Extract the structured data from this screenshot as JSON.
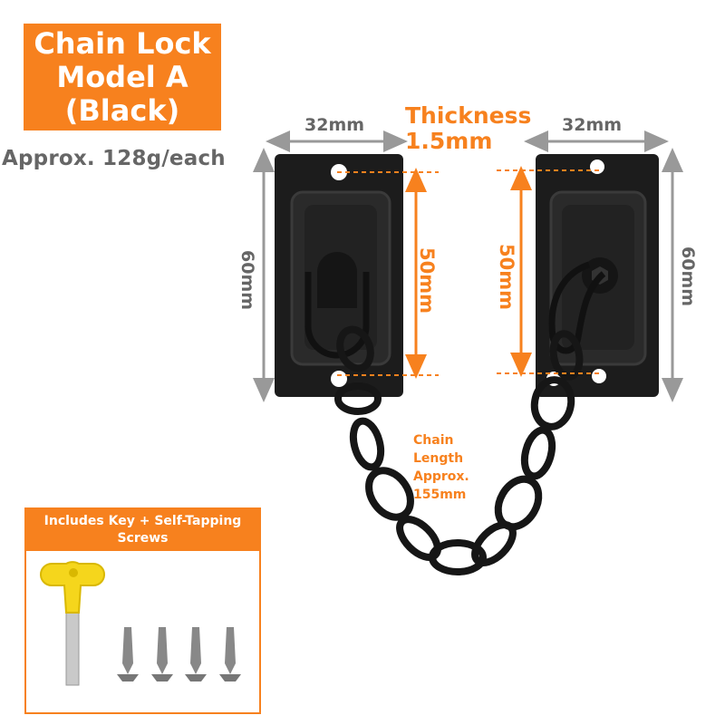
{
  "title": {
    "line1": "Chain Lock",
    "line2": "Model A",
    "line3": "(Black)"
  },
  "weight": "Approx. 128g/each",
  "dimensions": {
    "left_width": "32mm",
    "right_width": "32mm",
    "left_height": "60mm",
    "right_height": "60mm",
    "left_hole_spacing": "50mm",
    "right_hole_spacing": "50mm",
    "thickness_line1": "Thickness",
    "thickness_line2": "1.5mm"
  },
  "chain_length": {
    "line1": "Chain",
    "line2": "Length",
    "line3": "Approx.",
    "line4": "155mm"
  },
  "accessories": {
    "line1": "Includes Key + Self-Tapping",
    "line2": "Screws"
  },
  "colors": {
    "accent": "#f7811e",
    "dimension_gray": "#666666",
    "metal": "#1c1c1c",
    "key": "#f5d61c"
  },
  "icons": [
    "chain-lock-image",
    "key-icon",
    "screw-icon"
  ]
}
